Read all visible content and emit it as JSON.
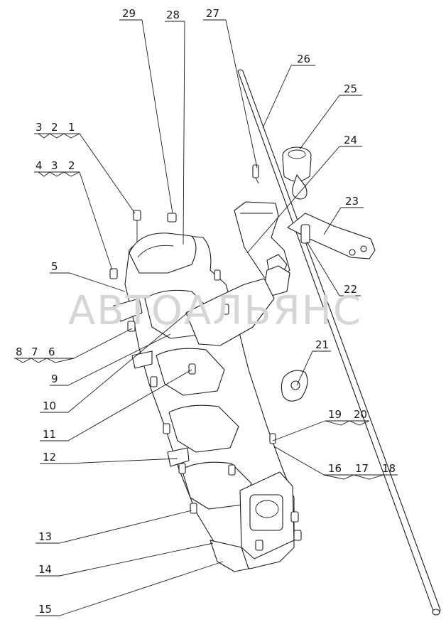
{
  "watermark": "АВТОАЛЬЯНС",
  "callouts": {
    "c1": "1",
    "c2": "2",
    "c3": "3",
    "d2": "2",
    "d3": "3",
    "d4": "4",
    "c5": "5",
    "c6": "6",
    "c7": "7",
    "c8": "8",
    "c9": "9",
    "c10": "10",
    "c11": "11",
    "c12": "12",
    "c13": "13",
    "c14": "14",
    "c15": "15",
    "c16": "16",
    "c17": "17",
    "c18": "18",
    "c19": "19",
    "c20": "20",
    "c21": "21",
    "c22": "22",
    "c23": "23",
    "c24": "24",
    "c25": "25",
    "c26": "26",
    "c27": "27",
    "c28": "28",
    "c29": "29"
  }
}
